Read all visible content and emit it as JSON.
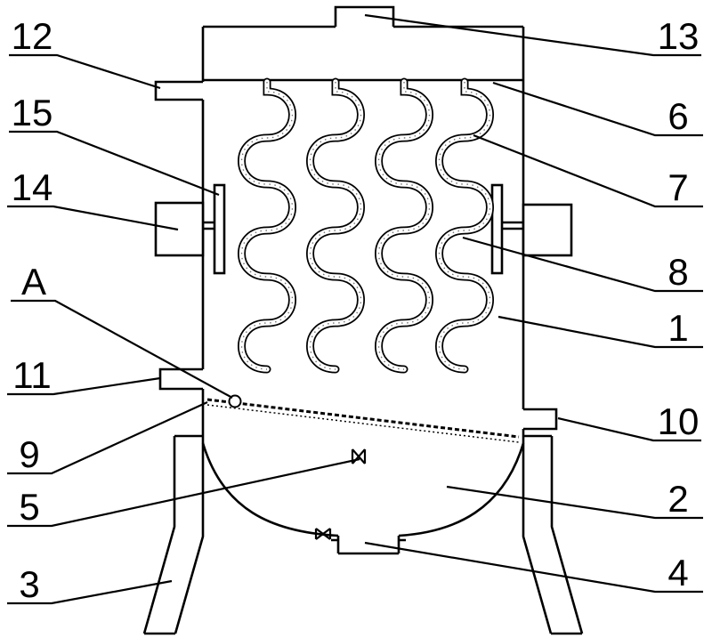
{
  "diagram": {
    "background": "#ffffff",
    "line_color": "#000000",
    "ref_labels": {
      "r1": "1",
      "r2": "2",
      "r3": "3",
      "r4": "4",
      "r5": "5",
      "r6": "6",
      "r7": "7",
      "r8": "8",
      "r9": "9",
      "r10": "10",
      "r11": "11",
      "r12": "12",
      "r13": "13",
      "r14": "14",
      "r15": "15",
      "rA": "A"
    }
  }
}
